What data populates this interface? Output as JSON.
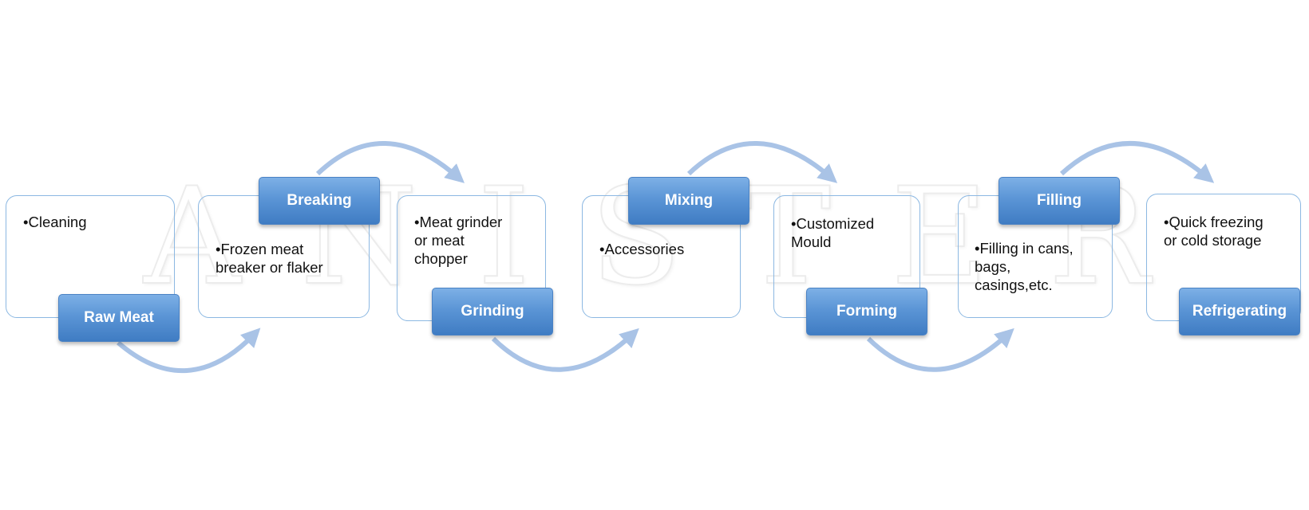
{
  "watermark": {
    "letters": [
      "A",
      "N",
      "I",
      "S",
      "T",
      "E",
      "R"
    ]
  },
  "process": [
    {
      "label": "Raw Meat",
      "text": "•Cleaning"
    },
    {
      "label": "Breaking",
      "text": "•Frozen meat\n  breaker or flaker"
    },
    {
      "label": "Grinding",
      "text": "•Meat grinder\n  or meat\n  chopper"
    },
    {
      "label": "Mixing",
      "text": "•Accessories"
    },
    {
      "label": "Forming",
      "text": "•Customized\n  Mould"
    },
    {
      "label": "Filling",
      "text": "•Filling in cans,\n  bags,\n  casings,etc."
    },
    {
      "label": "Refrigerating",
      "text": "•Quick freezing\n  or cold storage"
    }
  ],
  "colors": {
    "label_fill": "#5b95d6",
    "box_border": "#8cb8e2",
    "arrow": "#a9c3e6"
  }
}
